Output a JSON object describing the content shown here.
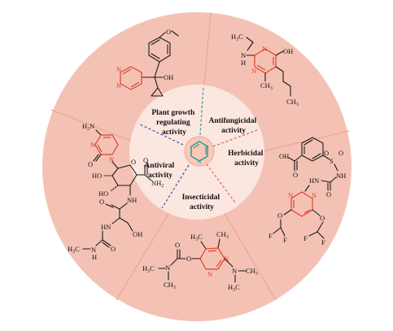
{
  "colors": {
    "outer_sector": "#f4c2b4",
    "inner_circle": "#fbe6e0",
    "pyrimidine_red": "#e0402e",
    "center_ring": "#2a9d9a",
    "center_fill": "#f9c9b6"
  },
  "activities": [
    {
      "id": "plant",
      "lines": [
        "Plant growth",
        "regulating",
        "activity"
      ]
    },
    {
      "id": "antifungal",
      "lines": [
        "Antifungicidal",
        "activity"
      ]
    },
    {
      "id": "herbicidal",
      "lines": [
        "Herbicidal",
        "activity"
      ]
    },
    {
      "id": "insecticidal",
      "lines": [
        "Insecticidal",
        "activity"
      ]
    },
    {
      "id": "antiviral",
      "lines": [
        "Antiviral",
        "activity"
      ]
    }
  ],
  "labels": {
    "plant": {
      "oh": "OH",
      "o": "O"
    },
    "antifungal": {
      "h3c": "H",
      "h3c_sub": "3",
      "h3c_c": "C",
      "nh": "N",
      "h": "H",
      "oh": "OH",
      "n1": "N",
      "n2": "N",
      "ch3": "CH",
      "ch3_sub": "3",
      "ch3b": "CH",
      "ch3b_sub": "3"
    },
    "herbicidal": {
      "oh": "OH",
      "o1": "O",
      "s": "S",
      "o2": "O",
      "o3": "O",
      "nh1": "NH",
      "hn": "HN",
      "o4": "O",
      "nh2": "NH",
      "n1": "N",
      "n2": "N",
      "oa": "O",
      "ob": "O",
      "f1": "F",
      "f2": "F",
      "f3": "F",
      "f4": "F"
    },
    "insecticidal": {
      "h3c": "H",
      "h3c_sub": "3",
      "h3c_c": "C",
      "ch3": "CH",
      "ch3_sub": "3",
      "o1": "O",
      "o2": "O",
      "n1": "N",
      "n2": "N",
      "n3": "N",
      "n4": "N",
      "lbl_h3cn": "H",
      "lbl_h3cn_sub": "3",
      "lbl_h3cn_c": "C",
      "lbl_ch3a": "CH",
      "lbl_ch3a_sub": "3",
      "lbl_ch3b": "CH",
      "lbl_ch3b_sub": "3",
      "lbl_h3cb": "H",
      "lbl_h3cb_sub": "3",
      "lbl_h3cb_c": "C"
    },
    "antiviral": {
      "h2n": "H",
      "h2n_sub": "2",
      "h2n_n": "N",
      "n1": "N",
      "n2": "N",
      "o1": "O",
      "o2": "O",
      "o3": "O",
      "ho1": "HO",
      "ho2": "HO",
      "nh2": "NH",
      "nh2_sub": "2",
      "nh": "NH",
      "o4": "O",
      "hn": "HN",
      "oh": "OH",
      "o5": "O",
      "h3c": "H",
      "h3c_sub": "3",
      "h3c_c": "C",
      "n3": "N",
      "h": "H"
    }
  },
  "center": {
    "n1": "N",
    "n2": "N"
  }
}
